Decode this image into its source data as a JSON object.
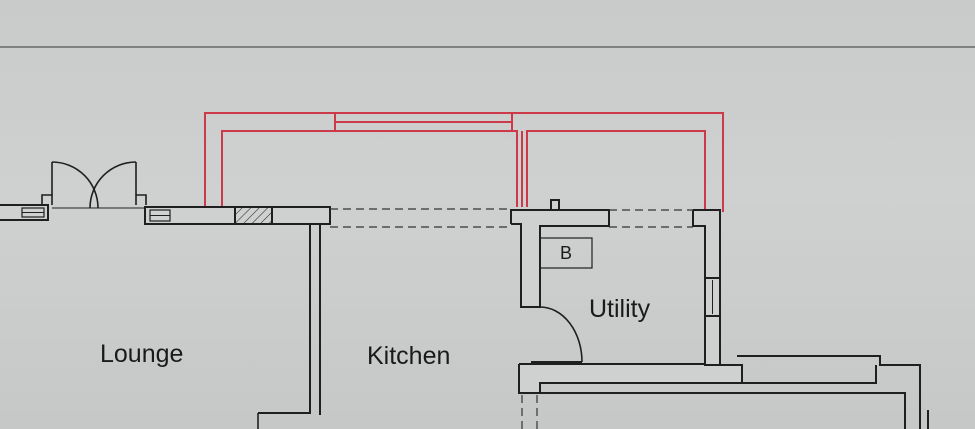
{
  "rooms": {
    "lounge": "Lounge",
    "kitchen": "Kitchen",
    "utility": "Utility"
  },
  "fixtures": {
    "boiler": "B"
  },
  "colors": {
    "wall": "#1f1f1f",
    "extension": "#cc3a4a",
    "paper": "#cbcdcd"
  }
}
